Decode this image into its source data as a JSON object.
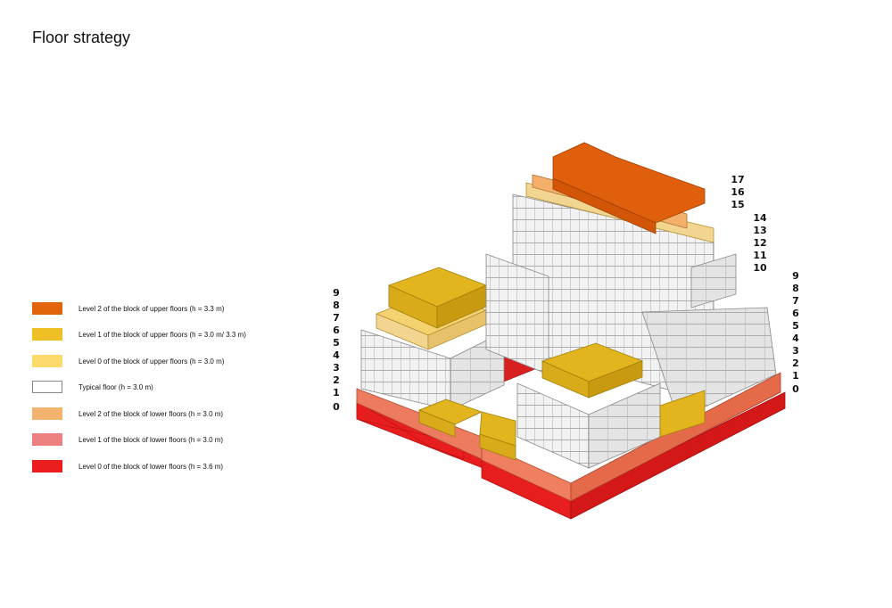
{
  "title": "Floor strategy",
  "legend": [
    {
      "label": "Level 2 of the block of upper floors (h = 3.3 m)",
      "color": "#e2650c"
    },
    {
      "label": "Level 1 of the block of upper floors (h = 3.0 m/ 3.3 m)",
      "color": "#efc026"
    },
    {
      "label": " Level 0 of the block of upper floors (h = 3.0 m)",
      "color": "#fbd96b"
    },
    {
      "label": "Typical floor (h = 3.0 m)",
      "color": "#ffffff"
    },
    {
      "label": "Level 2 of the block of lower floors (h = 3.0 m)",
      "color": "#f4b26f"
    },
    {
      "label": "Level 1 of the block of lower floors (h = 3.0 m)",
      "color": "#ec8080"
    },
    {
      "label": "Level 0 of the block of lower floors (h = 3.6 m)",
      "color": "#ec1d1d"
    }
  ],
  "floor_labels": {
    "left": [
      "9",
      "8",
      "7",
      "6",
      "5",
      "4",
      "3",
      "2",
      "1",
      "0"
    ],
    "tower": [
      "17",
      "16",
      "15",
      "14",
      "13",
      "12",
      "11",
      "10"
    ],
    "right": [
      "9",
      "8",
      "7",
      "6",
      "5",
      "4",
      "3",
      "2",
      "1",
      "0"
    ]
  }
}
